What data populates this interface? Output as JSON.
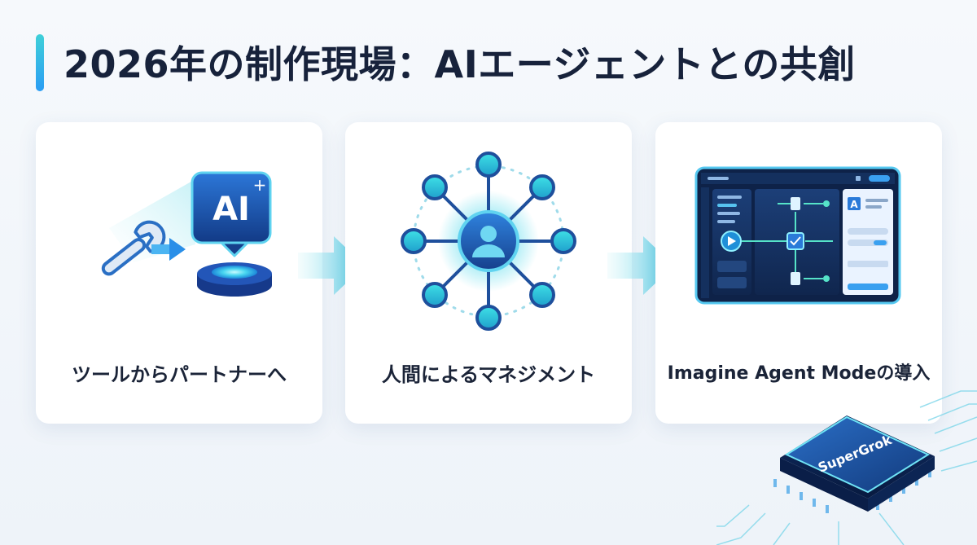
{
  "title": "2026年の制作現場：AIエージェントとの共創",
  "steps": [
    {
      "label": "ツールからパートナーへ",
      "badge": "AI"
    },
    {
      "label": "人間によるマネジメント"
    },
    {
      "label": "Imagine Agent Modeの導入"
    }
  ],
  "chip": {
    "label": "SuperGrok"
  },
  "colors": {
    "accent": "#2a9df4",
    "cyan": "#3fd0d8",
    "navy": "#17223b"
  }
}
